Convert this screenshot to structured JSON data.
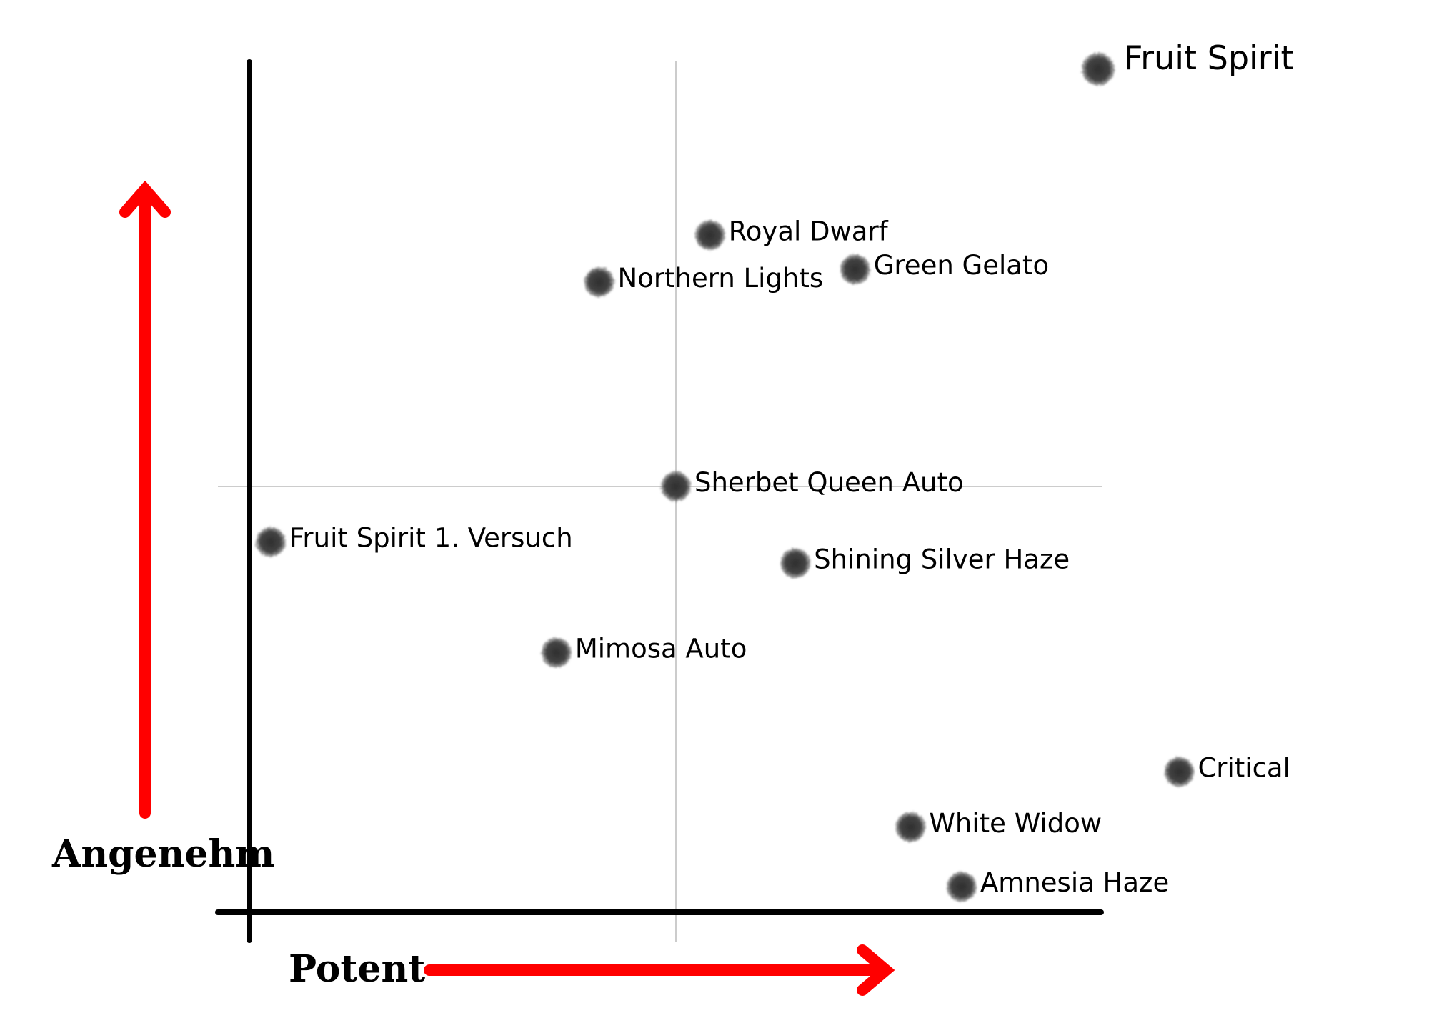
{
  "chart_data": {
    "type": "scatter",
    "title": "",
    "xlabel": "Potent",
    "ylabel": "Angenehm",
    "xlim": [
      0,
      10
    ],
    "ylim": [
      0,
      10
    ],
    "grid": "center crosshair only",
    "axis_arrow_color": "#ff0000",
    "marker_color": "#3a3a3a",
    "points": [
      {
        "label": "Fruit Spirit",
        "x": 9.95,
        "y": 9.9,
        "emphasis": true
      },
      {
        "label": "Royal Dwarf",
        "x": 5.4,
        "y": 7.95
      },
      {
        "label": "Green Gelato",
        "x": 7.1,
        "y": 7.55
      },
      {
        "label": "Northern Lights",
        "x": 4.1,
        "y": 7.4
      },
      {
        "label": "Sherbet Queen Auto",
        "x": 5.0,
        "y": 5.0
      },
      {
        "label": "Fruit Spirit 1. Versuch",
        "x": 0.25,
        "y": 4.35
      },
      {
        "label": "Shining Silver Haze",
        "x": 6.4,
        "y": 4.1
      },
      {
        "label": "Mimosa Auto",
        "x": 3.6,
        "y": 3.05
      },
      {
        "label": "Critical",
        "x": 10.9,
        "y": 1.65
      },
      {
        "label": "White Widow",
        "x": 7.75,
        "y": 1.0
      },
      {
        "label": "Amnesia Haze",
        "x": 8.35,
        "y": 0.3
      }
    ]
  }
}
